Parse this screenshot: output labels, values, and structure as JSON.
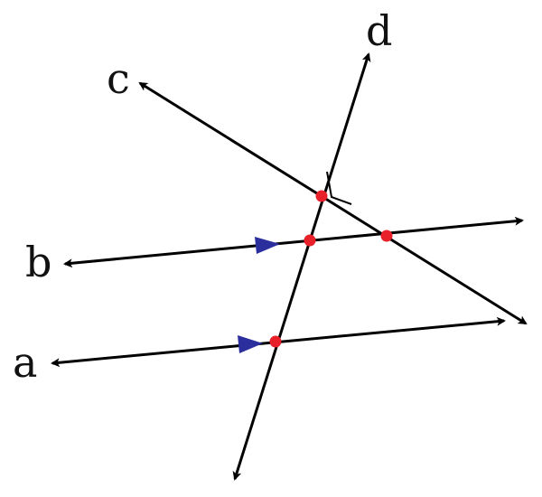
{
  "labels": {
    "a": "a",
    "b": "b",
    "c": "c",
    "d": "d"
  },
  "colors": {
    "line": "#000000",
    "point": "#e8202a",
    "parallel_marker": "#2b2f9e"
  },
  "marks": {
    "parallel_marker": "arrowhead",
    "right_angle": "right-angle-mark"
  }
}
